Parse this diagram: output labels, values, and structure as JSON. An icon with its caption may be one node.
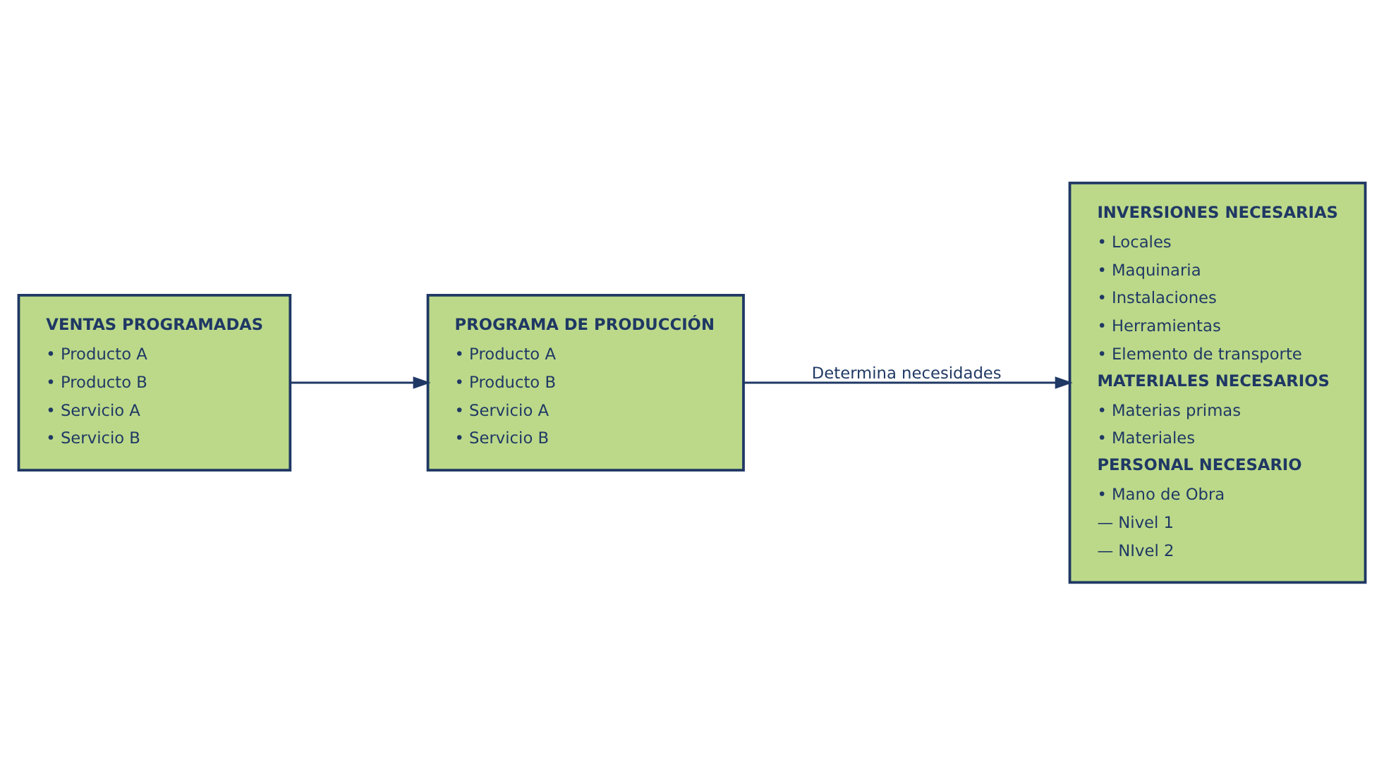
{
  "diagram": {
    "nodes": [
      {
        "text": [
          "VENTAS PROGRAMADAS",
          "• Producto A",
          "• Producto B",
          "• Servicio A",
          "• Servicio B"
        ]
      },
      {
        "text": [
          "PROGRAMA DE PRODUCCIÓN",
          "• Producto A",
          "• Producto B",
          "• Servicio A",
          "• Servicio B"
        ]
      },
      {
        "text": [
          "INVERSIONES NECESARIAS",
          "• Locales",
          "• Maquinaria",
          "• Instalaciones",
          "• Herramientas",
          "• Elemento de transporte",
          "MATERIALES NECESARIOS",
          "• Materias primas",
          "• Materiales",
          "PERSONAL NECESARIO",
          "• Mano de Obra",
          "— Nivel 1",
          "— NIvel 2"
        ]
      }
    ],
    "edges": [
      {
        "from": 0,
        "to": 1,
        "arrow": "to"
      },
      {
        "from": 1,
        "to": 2,
        "arrow": "to",
        "label": "Determina necesidades"
      }
    ]
  }
}
